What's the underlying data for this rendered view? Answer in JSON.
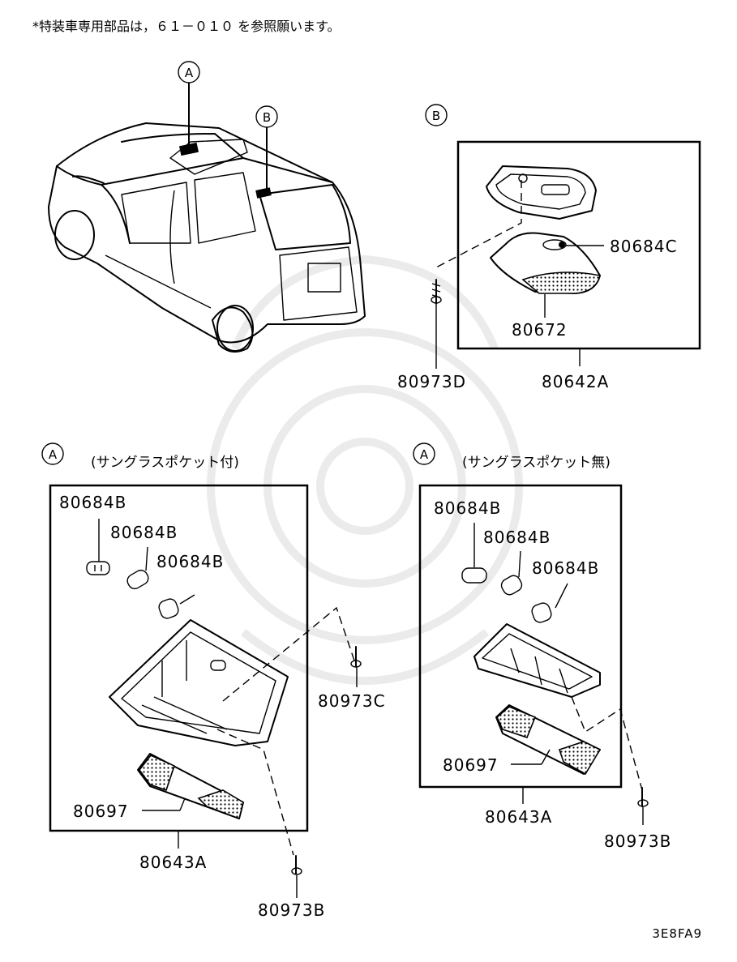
{
  "note": "*特装車専用部品は，６１－０１０ を参照願います。",
  "diagram_code": "3E8FA9",
  "callouts": {
    "a": "A",
    "b": "B"
  },
  "section_b": {
    "label": "B",
    "parts": {
      "bulb": "80684C",
      "lens": "80672",
      "assembly": "80642A",
      "screw": "80973D"
    }
  },
  "section_a_left": {
    "label": "A",
    "title": "(サングラスポケット付)",
    "parts": {
      "bulb1": "80684B",
      "bulb2": "80684B",
      "bulb3": "80684B",
      "screw_c": "80973C",
      "lens": "80697",
      "assembly": "80643A",
      "screw_b": "80973B"
    }
  },
  "section_a_right": {
    "label": "A",
    "title": "(サングラスポケット無)",
    "parts": {
      "bulb1": "80684B",
      "bulb2": "80684B",
      "bulb3": "80684B",
      "lens": "80697",
      "assembly": "80643A",
      "screw_b": "80973B"
    }
  }
}
